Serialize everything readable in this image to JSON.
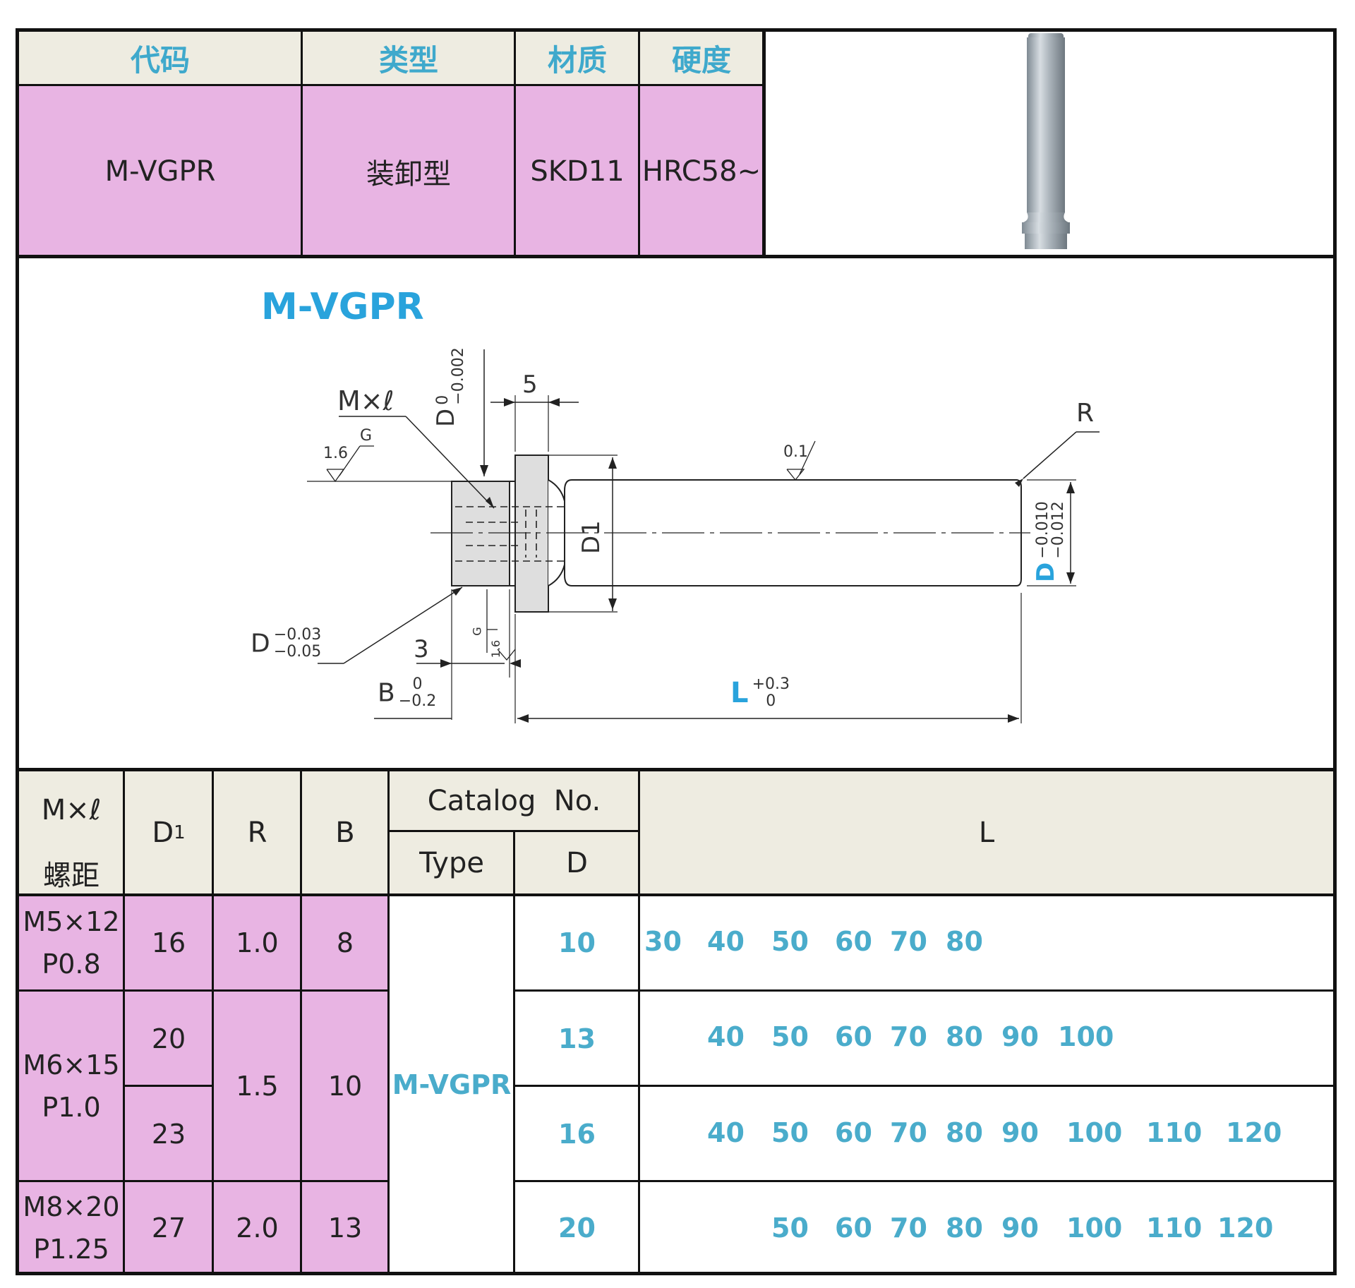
{
  "spec": {
    "headers": [
      "代码",
      "类型",
      "材质",
      "硬度"
    ],
    "values": [
      "M-VGPR",
      "装卸型",
      "SKD11",
      "HRC58~"
    ]
  },
  "drawing": {
    "title": "M-VGPR",
    "labels": {
      "m_x_l": "M×ℓ",
      "d_top": "D",
      "d_top_tol_upper": "0",
      "d_top_tol_lower": "−0.002",
      "five": "5",
      "r": "R",
      "rough_1_6": "1.6",
      "g": "G",
      "rough_0_1": "0.1",
      "d1": "D1",
      "d_right": "D",
      "d_right_tol_upper": "−0.010",
      "d_right_tol_lower": "−0.012",
      "d_left": "D",
      "d_left_tol_upper": "−0.03",
      "d_left_tol_lower": "−0.05",
      "three": "3",
      "b": "B",
      "b_tol_upper": "0",
      "b_tol_lower": "−0.2",
      "l": "L",
      "l_tol_upper": "+0.3",
      "l_tol_lower": "0",
      "rough_1_6_b": "1.6",
      "g_b": "G"
    }
  },
  "table": {
    "headers": {
      "m_l": "M×ℓ",
      "pitch": "螺距",
      "d1_main": "D",
      "d1_sub": "1",
      "r": "R",
      "b": "B",
      "catalog": "Catalog  No.",
      "type": "Type",
      "d": "D",
      "l": "L"
    },
    "type_value": "M-VGPR",
    "groups": [
      {
        "m": "M5×12",
        "p": "P0.8",
        "r": "1.0",
        "b": "8"
      },
      {
        "m": "M6×15",
        "p": "P1.0",
        "r": "1.5",
        "b": "10"
      },
      {
        "m": "M8×20",
        "p": "P1.25",
        "r": "2.0",
        "b": "13"
      }
    ],
    "rows": [
      {
        "d1": "16",
        "d": "10",
        "l": [
          "30",
          "40",
          "50",
          "60",
          "70",
          "80"
        ]
      },
      {
        "d1": "20",
        "d": "13",
        "l": [
          "40",
          "50",
          "60",
          "70",
          "80",
          "90",
          "100"
        ]
      },
      {
        "d1": "23",
        "d": "16",
        "l": [
          "40",
          "50",
          "60",
          "70",
          "80",
          "90",
          "100",
          "110",
          "120"
        ]
      },
      {
        "d1": "27",
        "d": "20",
        "l": [
          "50",
          "60",
          "70",
          "80",
          "90",
          "100",
          "110",
          "120"
        ]
      }
    ]
  },
  "colors": {
    "accent": "#4aaccb",
    "pink": "#e8b4e3",
    "beige": "#eeece1"
  }
}
